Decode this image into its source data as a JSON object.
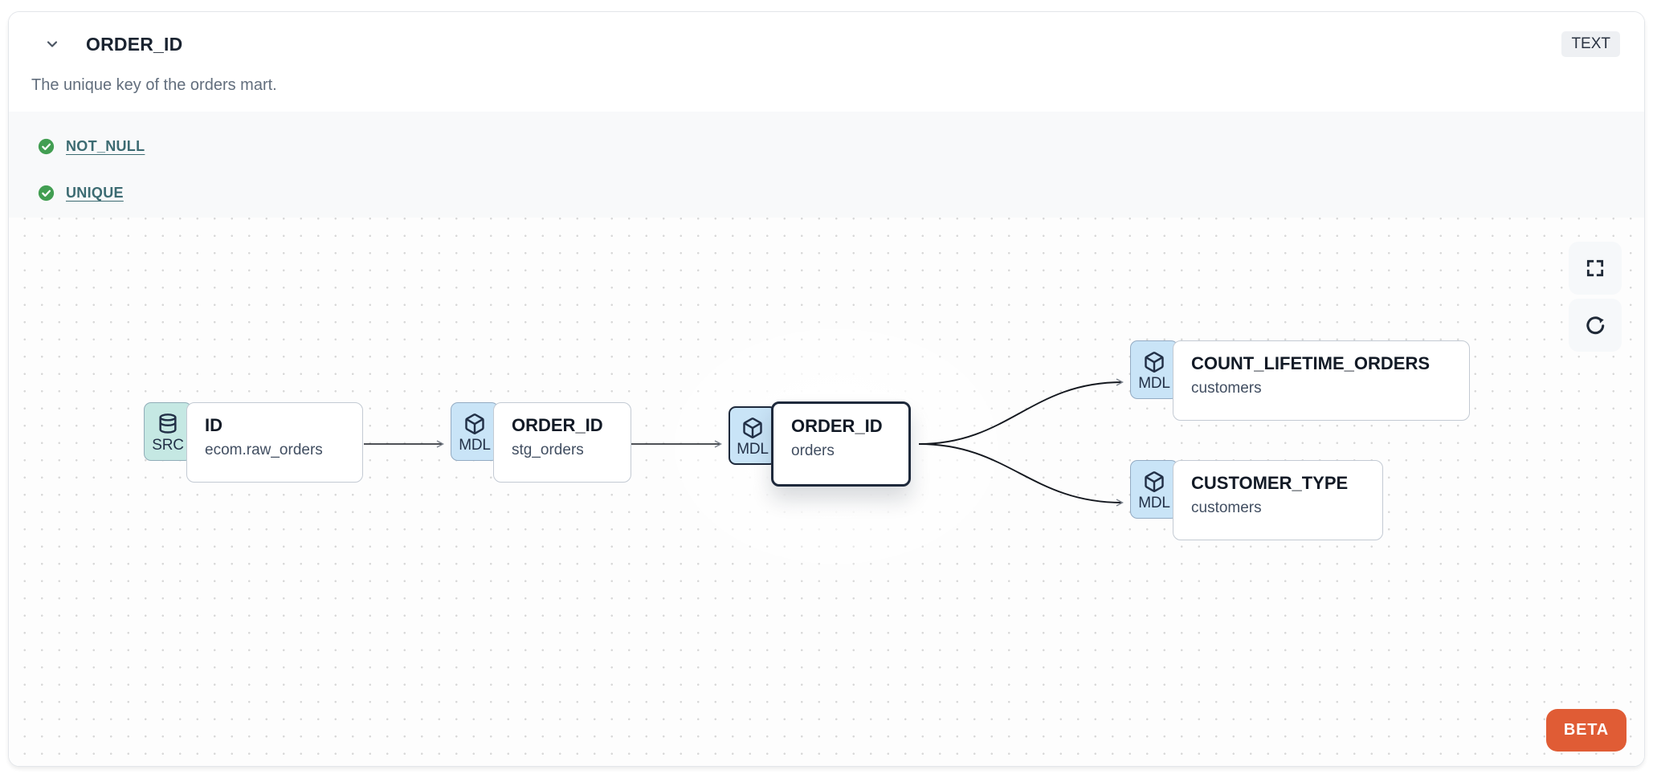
{
  "header": {
    "title": "ORDER_ID",
    "type_badge": "TEXT",
    "description": "The unique key of the orders mart."
  },
  "tests": [
    {
      "label": "NOT_NULL",
      "status": "pass"
    },
    {
      "label": "UNIQUE",
      "status": "pass"
    }
  ],
  "lineage": {
    "nodes": [
      {
        "badge": "SRC",
        "icon": "database-icon",
        "title": "ID",
        "subtitle": "ecom.raw_orders",
        "selected": false
      },
      {
        "badge": "MDL",
        "icon": "cube-icon",
        "title": "ORDER_ID",
        "subtitle": "stg_orders",
        "selected": false
      },
      {
        "badge": "MDL",
        "icon": "cube-icon",
        "title": "ORDER_ID",
        "subtitle": "orders",
        "selected": true
      },
      {
        "badge": "MDL",
        "icon": "cube-icon",
        "title": "COUNT_LIFETIME_ORDERS",
        "subtitle": "customers",
        "selected": false
      },
      {
        "badge": "MDL",
        "icon": "cube-icon",
        "title": "CUSTOMER_TYPE",
        "subtitle": "customers",
        "selected": false
      }
    ],
    "edges": [
      {
        "source": "ID (ecom.raw_orders)",
        "target": "ORDER_ID (stg_orders)"
      },
      {
        "source": "ORDER_ID (stg_orders)",
        "target": "ORDER_ID (orders)"
      },
      {
        "source": "ORDER_ID (orders)",
        "target": "COUNT_LIFETIME_ORDERS (customers)"
      },
      {
        "source": "ORDER_ID (orders)",
        "target": "CUSTOMER_TYPE (customers)"
      }
    ]
  },
  "canvas": {
    "beta_label": "BETA"
  },
  "colors": {
    "accent_orange": "#e05c35",
    "test_pass_green": "#429e52",
    "link_teal": "#3c6b72",
    "src_badge_bg": "#c5e8e3",
    "mdl_badge_bg": "#c9e4f7",
    "selected_border": "#1e293b"
  }
}
